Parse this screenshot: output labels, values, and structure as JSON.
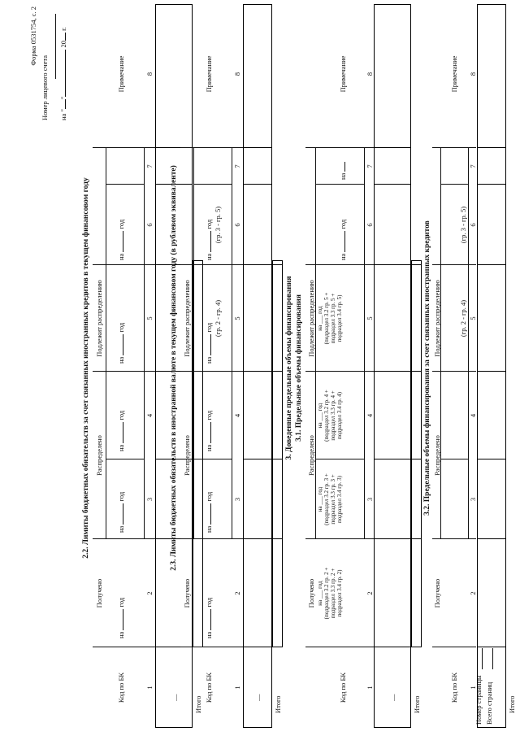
{
  "header": {
    "form_code": "Форма 0531754, с. 2",
    "account_label": "Номер лицевого счета",
    "date_prefix": "на \"",
    "date_mid": "\"",
    "date_year": "20",
    "date_suffix": "г."
  },
  "footer": {
    "page_number_label": "Номер страницы",
    "total_pages_label": "Всего страниц"
  },
  "common": {
    "code_col": "Код по БК",
    "received": "Получено",
    "distributed": "Распределено",
    "to_distribute": "Подлежит распределению",
    "note_col": "Примечание",
    "na": "на",
    "god": "год",
    "total": "Итого",
    "col1": "1",
    "col2": "2",
    "col3": "3",
    "col4": "4",
    "col5": "5",
    "col6": "6",
    "col7": "7",
    "col8": "8",
    "f6": "(гр. 2 - гр. 4)",
    "f7": "(гр. 3 - гр. 5)"
  },
  "s22": {
    "title": "2.2. Лимиты бюджетных обязательств за счет связанных иностранных кредитов в текущем финансовом году"
  },
  "s23": {
    "title": "2.3. Лимиты бюджетных обязательств в иностранной валюте в текущем финансовом году (в рублевом эквиваленте)"
  },
  "s3": {
    "title": "3. Доведенные предельные объемы финансирования",
    "sub": "3.1. Предельные объемы финансирования",
    "rc2": [
      "на ___ год",
      "(подраздел 3.2 гр. 2 +",
      "подраздел 3.3 гр. 2 +",
      "подраздел 3.4 гр. 2)"
    ],
    "rc3": [
      "на ___ год",
      "(подраздел 3.2 гр. 3 +",
      "подраздел 3.3 гр. 3 +",
      "подраздел 3.4 гр. 3)"
    ],
    "rc4": [
      "на ___ год",
      "(подраздел 3.2 гр. 4 +",
      "подраздел 3.3 гр. 4 +",
      "подраздел 3.4 гр. 4)"
    ],
    "rc5": [
      "на ___ год",
      "(подраздел 3.2 гр. 5 +",
      "подраздел 3.3 гр. 5 +",
      "подраздел 3.4 гр. 5)"
    ]
  },
  "s32": {
    "title": "3.2. Предельные объемы финансирования за счет связанных иностранных кредитов"
  }
}
